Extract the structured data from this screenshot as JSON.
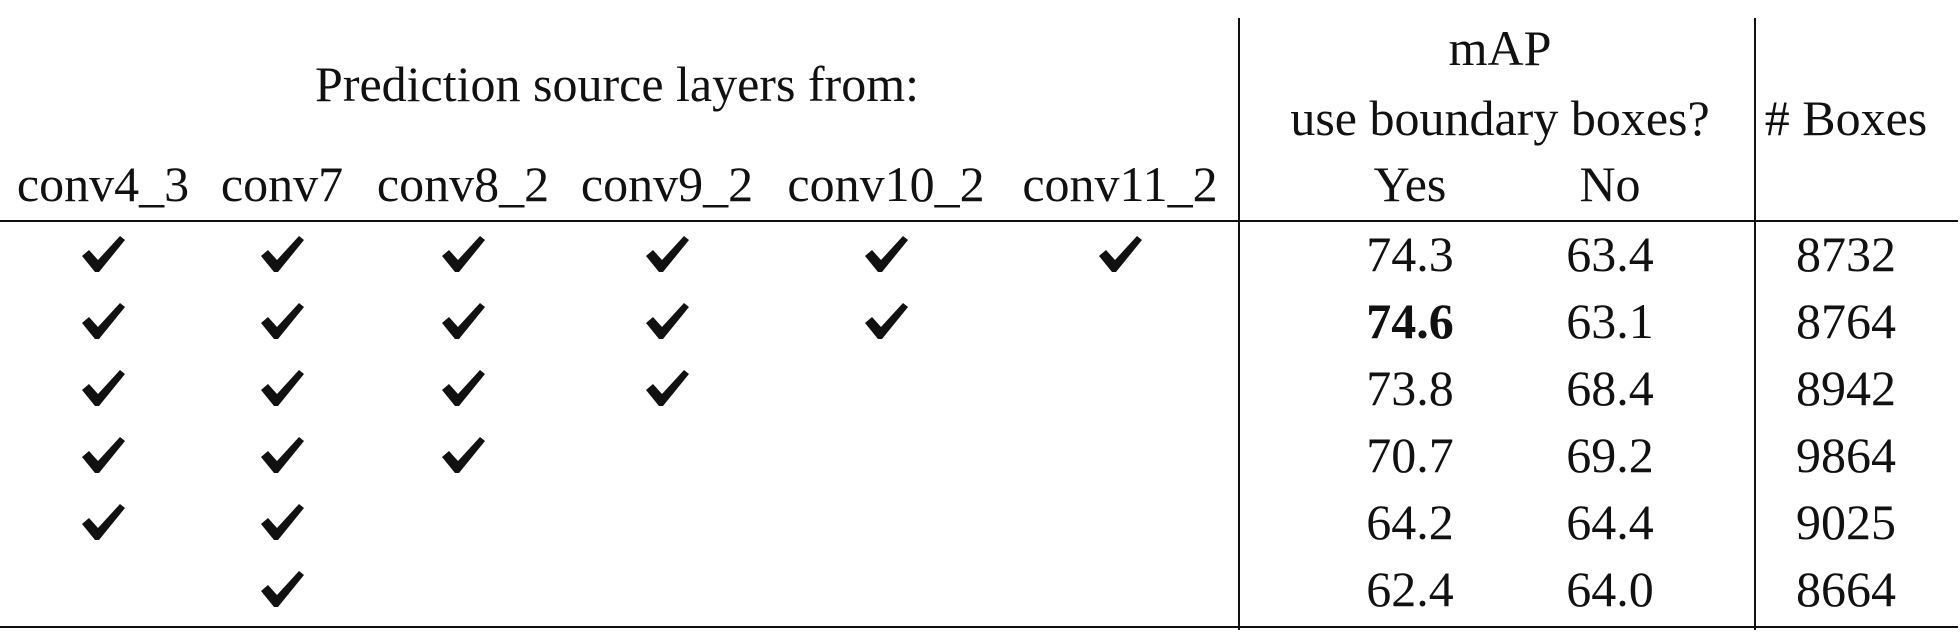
{
  "table": {
    "group_header_layers": "Prediction source layers from:",
    "group_header_map_line1": "mAP",
    "group_header_map_line2": "use boundary boxes?",
    "boxes_header": "# Boxes",
    "layer_columns": [
      "conv4_3",
      "conv7",
      "conv8_2",
      "conv9_2",
      "conv10_2",
      "conv11_2"
    ],
    "map_columns": [
      "Yes",
      "No"
    ],
    "rows": [
      {
        "layers": [
          true,
          true,
          true,
          true,
          true,
          true
        ],
        "yes": "74.3",
        "no": "63.4",
        "boxes": "8732",
        "bold_yes": false
      },
      {
        "layers": [
          true,
          true,
          true,
          true,
          true,
          false
        ],
        "yes": "74.6",
        "no": "63.1",
        "boxes": "8764",
        "bold_yes": true
      },
      {
        "layers": [
          true,
          true,
          true,
          true,
          false,
          false
        ],
        "yes": "73.8",
        "no": "68.4",
        "boxes": "8942",
        "bold_yes": false
      },
      {
        "layers": [
          true,
          true,
          true,
          false,
          false,
          false
        ],
        "yes": "70.7",
        "no": "69.2",
        "boxes": "9864",
        "bold_yes": false
      },
      {
        "layers": [
          true,
          true,
          false,
          false,
          false,
          false
        ],
        "yes": "64.2",
        "no": "64.4",
        "boxes": "9025",
        "bold_yes": false
      },
      {
        "layers": [
          false,
          true,
          false,
          false,
          false,
          false
        ],
        "yes": "62.4",
        "no": "64.0",
        "boxes": "8664",
        "bold_yes": false
      }
    ],
    "checkmark_icon": "heavy-check-mark-icon"
  }
}
